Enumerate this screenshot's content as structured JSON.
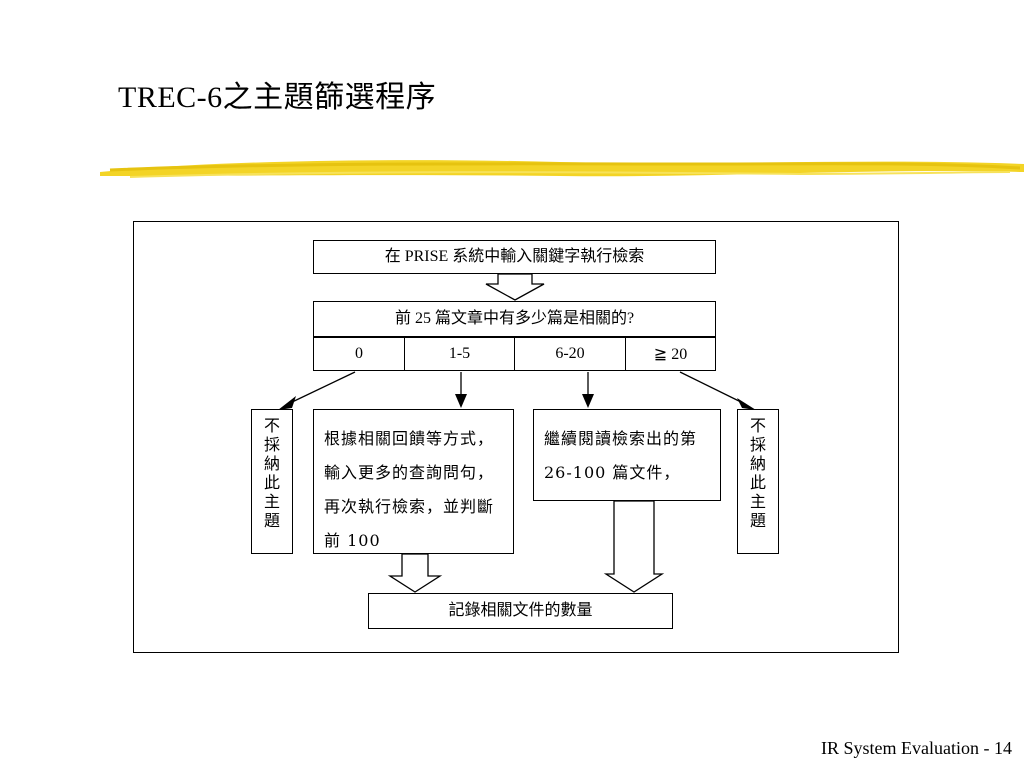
{
  "slide": {
    "title": "TREC-6之主題篩選程序",
    "footer": "IR System Evaluation - 14"
  },
  "flowchart": {
    "step1": "在 PRISE 系統中輸入關鍵字執行檢索",
    "step2": "前 25 篇文章中有多少篇是相關的?",
    "options": [
      "0",
      "1-5",
      "6-20",
      "≧ 20"
    ],
    "reject_left": [
      "不",
      "採",
      "納",
      "此",
      "主",
      "題"
    ],
    "reject_right": [
      "不",
      "採",
      "納",
      "此",
      "主",
      "題"
    ],
    "feedback_text": "根據相關回饋等方式，輸入更多的查詢問句，再次執行檢索，並判斷前 100",
    "continue_text": "繼續閱讀檢索出的第 26-100 篇文件，",
    "final": "記錄相關文件的數量"
  },
  "colors": {
    "highlight_stroke": "#f2d21a",
    "line": "#000000"
  }
}
